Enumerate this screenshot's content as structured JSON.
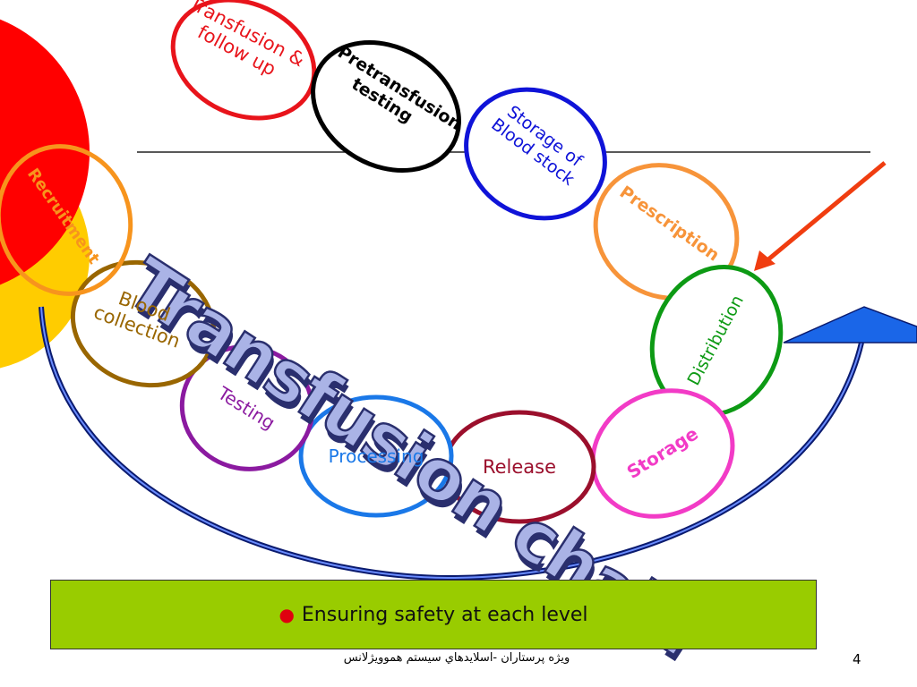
{
  "title": "Transfusion chain",
  "nodes": [
    {
      "id": "transfusion",
      "label": "Transfusion & follow up",
      "color": "#e8141b"
    },
    {
      "id": "pretransfusion",
      "label": "Pretransfusion testing",
      "color": "#000000"
    },
    {
      "id": "storage-blood",
      "label": "Storage of Blood stock",
      "color": "#0f13d8"
    },
    {
      "id": "prescription",
      "label": "Prescription",
      "color": "#f7943a"
    },
    {
      "id": "distribution",
      "label": "Distribution",
      "color": "#0d9a14"
    },
    {
      "id": "storage",
      "label": "Storage",
      "color": "#f23bc6"
    },
    {
      "id": "release",
      "label": "Release",
      "color": "#9b0f2c"
    },
    {
      "id": "processing",
      "label": "Processing",
      "color": "#1a78e8"
    },
    {
      "id": "testing",
      "label": "Testing",
      "color": "#8b1aa0"
    },
    {
      "id": "blood-collection",
      "label": "Blood collection",
      "color": "#996600"
    },
    {
      "id": "recruitment",
      "label": "Recruitment",
      "color": "#f7941d"
    }
  ],
  "safety": {
    "text": "Ensuring safety at each level"
  },
  "footer": {
    "text": "ويژه پرستاران -اسلايدهاي سيستم هموويژلانس",
    "page": "4"
  },
  "colors": {
    "red_circle": "#ff0000",
    "yellow_circle": "#ffcc00",
    "arc": "#0a1a6e",
    "arrow_head": "#1a66e8",
    "pointer_arrow": "#f03d10",
    "safety_bg": "#99cc00"
  }
}
